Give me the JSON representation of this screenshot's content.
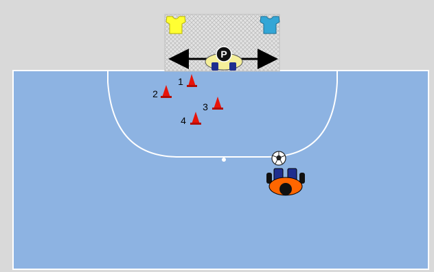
{
  "drill": {
    "goalkeeper_label": "P",
    "cones": [
      {
        "label": "1"
      },
      {
        "label": "2"
      },
      {
        "label": "3"
      },
      {
        "label": "4"
      }
    ]
  },
  "colors": {
    "background": "#d9d9d9",
    "court": "#8db3e2",
    "court_lines": "#ffffff",
    "goal_net": "#e6e6e6",
    "cone": "#e8140a",
    "goalkeeper_bib": "#f5ef9a",
    "goalkeeper_label_bg": "#111111",
    "left_bib": "#ffff33",
    "right_bib": "#33a6d6",
    "player_body": "#ff6600",
    "player_shorts": "#1e2e8f"
  }
}
